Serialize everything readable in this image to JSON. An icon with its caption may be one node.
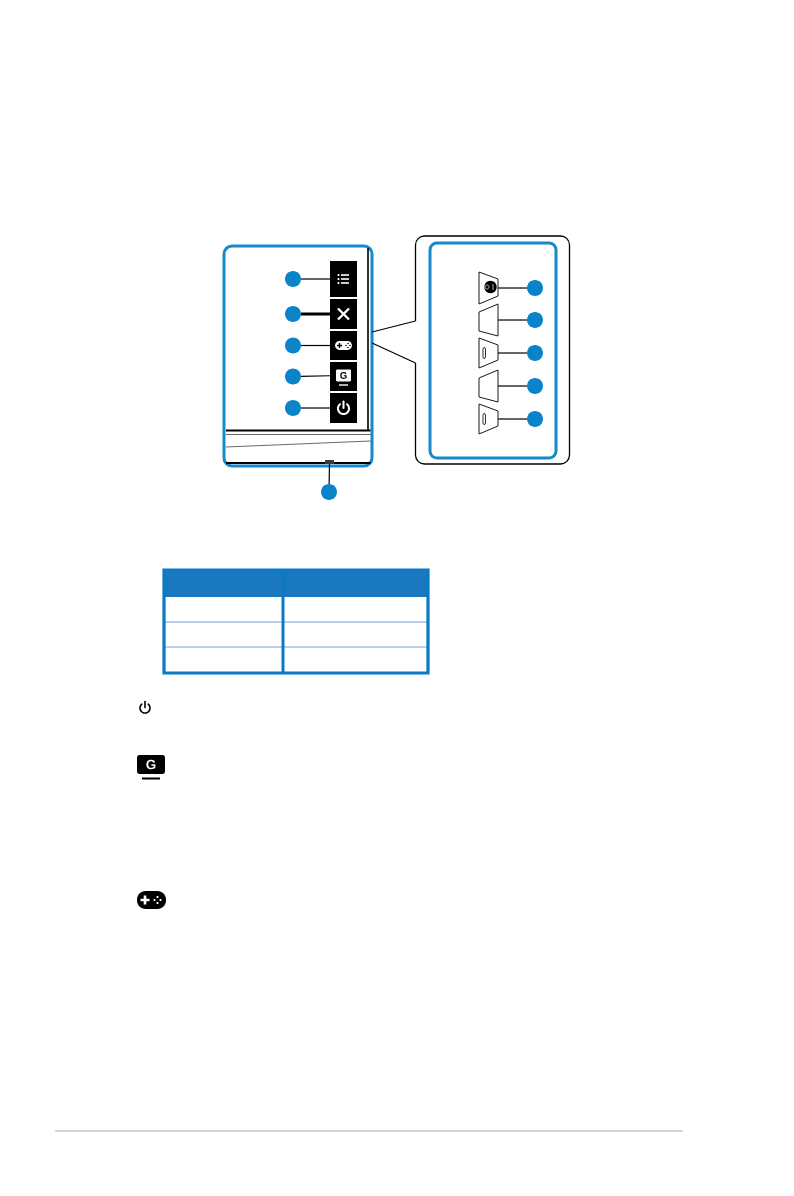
{
  "diagram": {
    "nodes": [
      {
        "text": [],
        "shape": "box"
      },
      {
        "text": [],
        "shape": "box",
        "in": 0
      },
      {
        "text": [],
        "shape": "box",
        "in": 0
      },
      {
        "text": [],
        "shape": "box",
        "in": 0
      },
      {
        "text": [
          "G"
        ],
        "in": 0
      },
      {
        "text": [],
        "shape": "box",
        "in": 0
      },
      {
        "text": [],
        "shape": "circle",
        "in": 0
      },
      {
        "text": [],
        "shape": "circle",
        "in": 0
      },
      {
        "text": [],
        "shape": "circle",
        "in": 0
      },
      {
        "text": [],
        "shape": "circle",
        "in": 0
      },
      {
        "text": [],
        "shape": "circle",
        "in": 0
      },
      {
        "text": [],
        "shape": "circle"
      },
      {
        "text": [],
        "shape": "bar",
        "in": 0
      },
      {
        "text": [],
        "shape": "box"
      },
      {
        "text": [],
        "shape": "box",
        "in": 13
      },
      {
        "text": [],
        "shape": "box",
        "in": 14
      },
      {
        "text": [],
        "shape": "box",
        "in": 14
      },
      {
        "text": [],
        "shape": "box",
        "in": 14
      },
      {
        "text": [],
        "shape": "box",
        "in": 14
      },
      {
        "text": [],
        "shape": "box",
        "in": 14
      },
      {
        "text": [],
        "shape": "circle",
        "in": 14
      },
      {
        "text": [],
        "shape": "circle",
        "in": 14
      },
      {
        "text": [],
        "shape": "circle",
        "in": 14
      },
      {
        "text": [],
        "shape": "circle",
        "in": 14
      },
      {
        "text": [],
        "shape": "circle",
        "in": 14
      }
    ],
    "edges": [
      {
        "from": 6,
        "to": 1,
        "arrow": "none"
      },
      {
        "from": 7,
        "to": 2,
        "arrow": "none",
        "style": "thick"
      },
      {
        "from": 8,
        "to": 3,
        "arrow": "none"
      },
      {
        "from": 9,
        "to": 4,
        "arrow": "none"
      },
      {
        "from": 10,
        "to": 5,
        "arrow": "none"
      },
      {
        "from": 11,
        "to": 12,
        "arrow": "none"
      },
      {
        "from": 20,
        "to": 15,
        "arrow": "none"
      },
      {
        "from": 21,
        "to": 16,
        "arrow": "none"
      },
      {
        "from": 22,
        "to": 17,
        "arrow": "none"
      },
      {
        "from": 23,
        "to": 18,
        "arrow": "none"
      },
      {
        "from": 24,
        "to": 19,
        "arrow": "none"
      },
      {
        "from": 0,
        "to": 13,
        "arrow": "none"
      },
      {
        "from": 0,
        "to": 13,
        "arrow": "none"
      }
    ],
    "labels": [
      "G"
    ]
  }
}
